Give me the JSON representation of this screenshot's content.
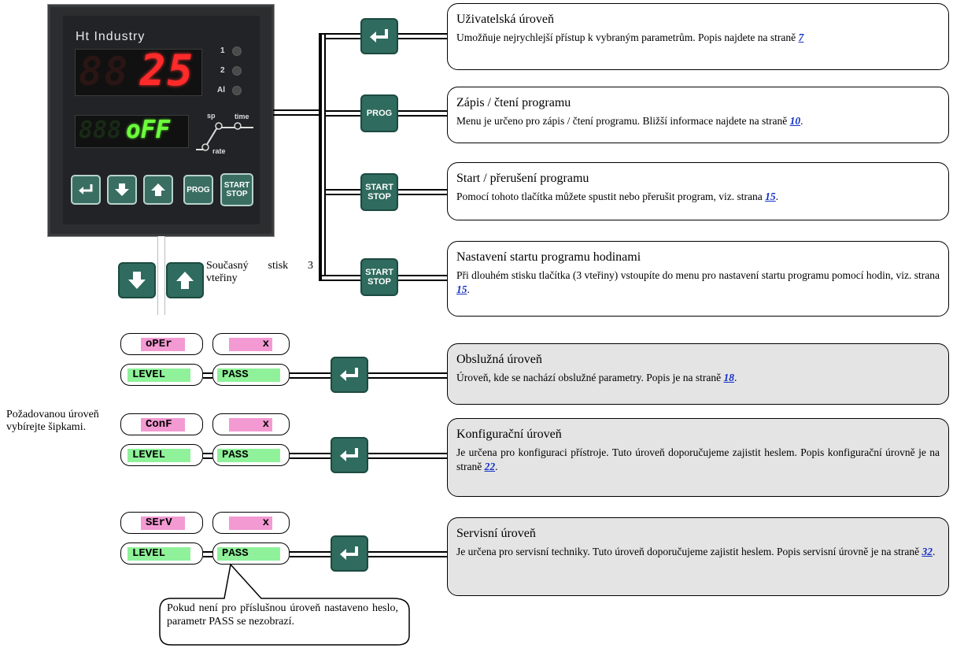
{
  "device": {
    "brand": "Ht Industry",
    "display_top_value": "25",
    "display_top_ghost": "88",
    "display_bottom_value": "oFF",
    "display_bottom_ghost": "888",
    "leds": [
      "1",
      "2",
      "Al"
    ],
    "indicator": {
      "sp": "sp",
      "time": "time",
      "rate": "rate"
    },
    "keys": [
      {
        "icon": "enter-icon",
        "label": ""
      },
      {
        "icon": "arrow-down-icon",
        "label": ""
      },
      {
        "icon": "arrow-up-icon",
        "label": ""
      },
      {
        "icon": "",
        "label": "PROG"
      },
      {
        "icon": "",
        "label": "START STOP"
      }
    ]
  },
  "top_buttons": [
    {
      "icon": "enter-icon",
      "label": ""
    },
    {
      "icon": "",
      "label": "PROG"
    },
    {
      "icon": "",
      "label": "START\nSTOP"
    },
    {
      "icon": "",
      "label": "START\nSTOP"
    }
  ],
  "boxes": [
    {
      "title": "Uživatelská úroveň",
      "desc": "Umožňuje nejrychlejší přístup k vybraným parametrům. Popis najdete na straně ",
      "page": "7",
      "end": ""
    },
    {
      "title": "Zápis / čtení programu",
      "desc": "Menu je určeno pro zápis / čtení programu. Bližší informace najdete na straně ",
      "page": "10",
      "end": "."
    },
    {
      "title": "Start / přerušení programu",
      "desc": "Pomocí tohoto tlačítka můžete spustit nebo přerušit program, viz. strana ",
      "page": "15",
      "end": "."
    },
    {
      "title": "Nastavení startu programu hodinami",
      "desc": "Při dlouhém stisku tlačítka (3 vteřiny) vstoupíte do menu pro nastavení startu programu pomocí hodin, viz. strana ",
      "page": "15",
      "end": "."
    },
    {
      "title": "Obslužná úroveň",
      "desc": "Úroveň, kde se nachází obslužné parametry. Popis je na straně ",
      "page": "18",
      "end": "."
    },
    {
      "title": "Konfigurační úroveň",
      "desc": "Je určena pro konfiguraci přístroje. Tuto úroveň doporučujeme zajistit heslem. Popis konfigurační úrovně je na straně ",
      "page": "22",
      "end": "."
    },
    {
      "title": "Servisní úroveň",
      "desc": "Je určena pro servisní techniky.  Tuto úroveň doporučujeme zajistit heslem. Popis servisní úrovně je na straně ",
      "page": "32",
      "end": "."
    }
  ],
  "arrows_note": "Současný stisk 3 vteřiny",
  "side_note": "Požadovanou úroveň vybírejte šipkami.",
  "levels": [
    {
      "name": "oPEr",
      "level": "LEVEL",
      "x": "x",
      "pass": "PASS"
    },
    {
      "name": "ConF",
      "level": "LEVEL",
      "x": "x",
      "pass": "PASS"
    },
    {
      "name": "SErV",
      "level": "LEVEL",
      "x": "x",
      "pass": "PASS"
    }
  ],
  "callout": "Pokud není pro příslušnou úroveň nastaveno heslo, parametr PASS se nezobrazí.",
  "colors": {
    "button": "#2f6b5e",
    "pink": "#f39ad3",
    "green": "#8ff29a",
    "link": "#1530c8",
    "box_gray": "#e4e4e4"
  }
}
